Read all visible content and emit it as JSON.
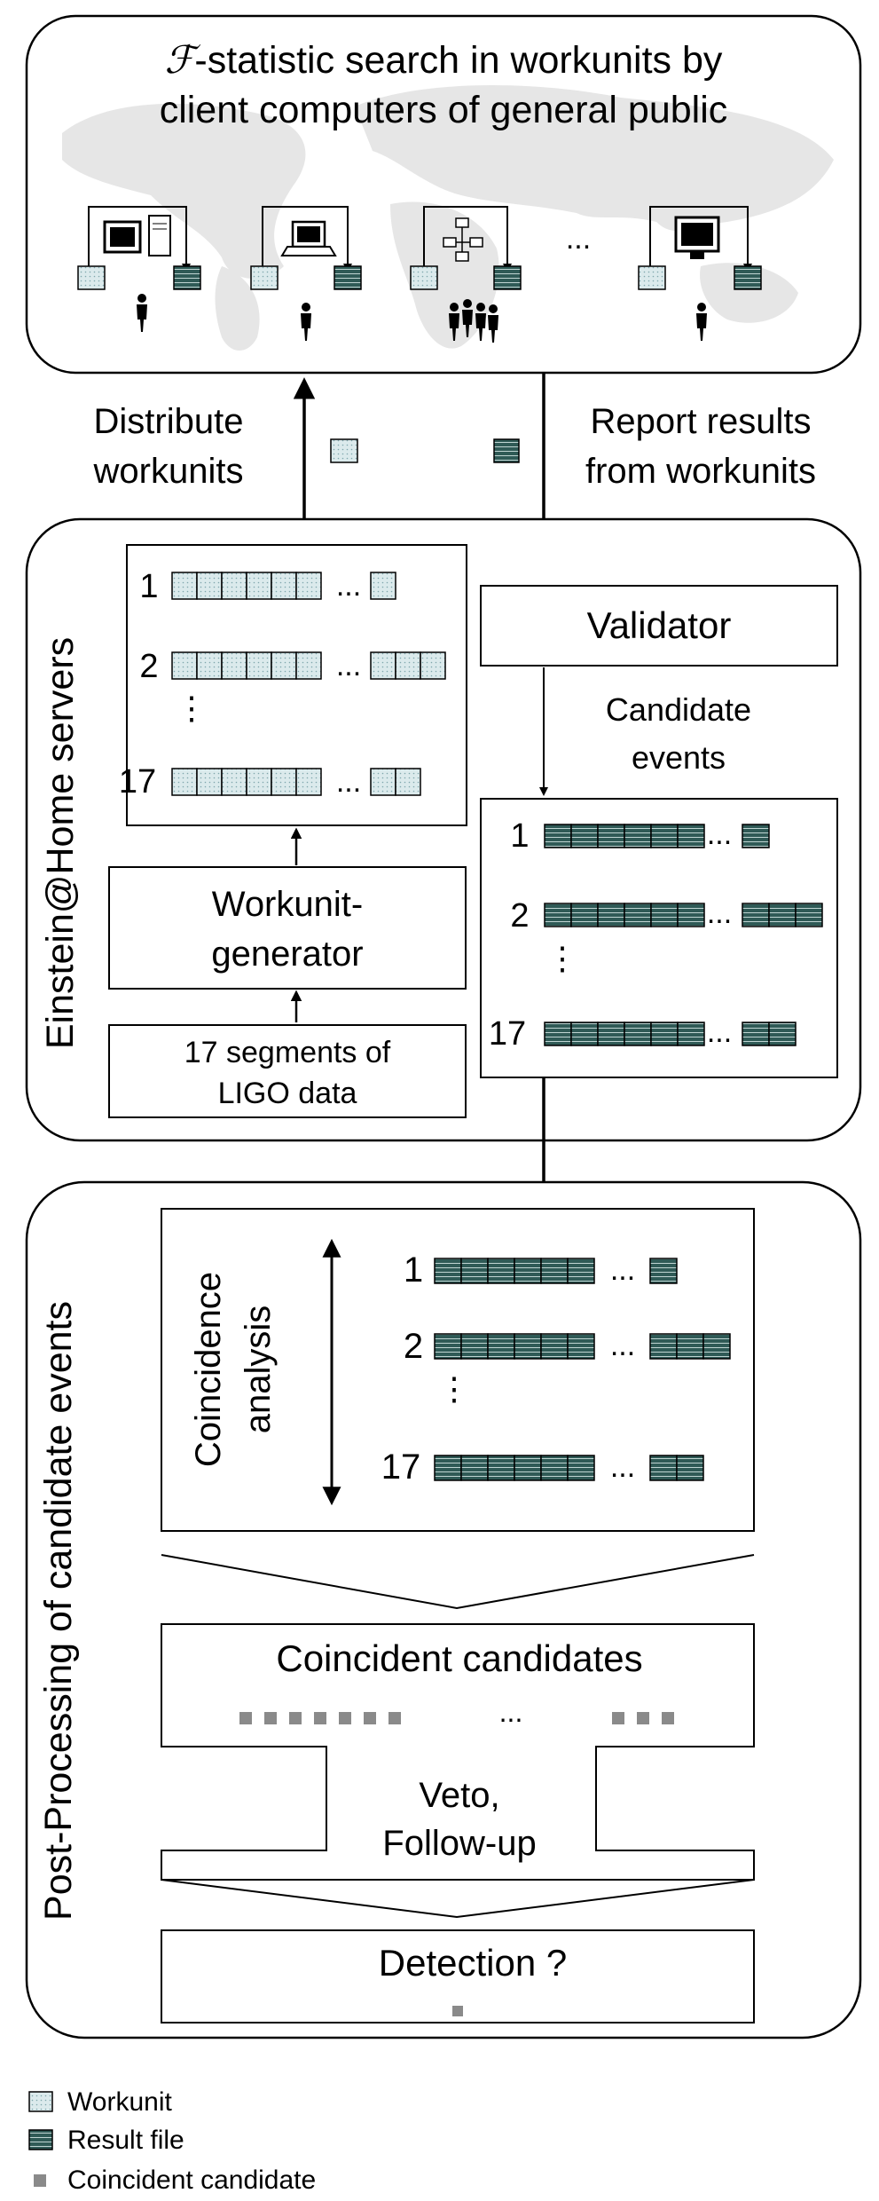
{
  "top_box": {
    "title_line1": "-statistic search in workunits by",
    "title_symbol": "ℱ",
    "title_line2": "client computers of general public",
    "ellipsis": "..."
  },
  "arrows": {
    "distribute_line1": "Distribute",
    "distribute_line2": "workunits",
    "report_line1": "Report results",
    "report_line2": "from workunits"
  },
  "servers": {
    "side_label": "Einstein@Home servers",
    "workunit_list": {
      "labels": [
        "1",
        "2",
        "17"
      ],
      "vdots": "⋮",
      "dots": "..."
    },
    "generator_line1": "Workunit-",
    "generator_line2": "generator",
    "segments_line1": "17 segments of",
    "segments_line2": "LIGO data",
    "validator": "Validator",
    "candidate_line1": "Candidate",
    "candidate_line2": "events",
    "result_list": {
      "labels": [
        "1",
        "2",
        "17"
      ],
      "vdots": "⋮",
      "dots": "..."
    }
  },
  "post": {
    "side_label": "Post-Processing of candidate events",
    "coincidence_line1": "Coincidence",
    "coincidence_line2": "analysis",
    "list": {
      "labels": [
        "1",
        "2",
        "17"
      ],
      "vdots": "⋮",
      "dots": "..."
    },
    "coincident_title": "Coincident candidates",
    "coincident_dots": "...",
    "veto_line1": "Veto,",
    "veto_line2": "Follow-up",
    "detection": "Detection ?"
  },
  "legend": {
    "workunit": "Workunit",
    "result_file": "Result file",
    "coincident_candidate": "Coincident candidate"
  },
  "colors": {
    "workunit_fill": "#dbeaec",
    "result_fill": "#2f5a56",
    "candidate_gray": "#8a8a8a",
    "map_gray": "#e6e6e6"
  }
}
